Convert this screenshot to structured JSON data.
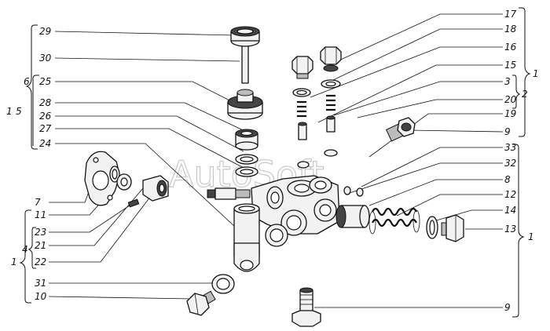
{
  "watermark": "AutoSoft",
  "labels_left": [
    "29",
    "30",
    "25",
    "28",
    "26",
    "27",
    "24",
    "7",
    "11",
    "23",
    "21",
    "22",
    "31",
    "10"
  ],
  "labels_right": [
    "17",
    "18",
    "16",
    "15",
    "3",
    "20",
    "19",
    "9",
    "33",
    "32",
    "8",
    "12",
    "14",
    "13",
    "9"
  ],
  "group_labels": {
    "left_upper_outer": "1",
    "left_upper_mid": "5",
    "left_upper_inner": "6",
    "left_lower_outer": "1",
    "left_lower_inner": "4",
    "right_upper_outer": "1",
    "right_upper_inner": "2",
    "right_lower": "1"
  }
}
